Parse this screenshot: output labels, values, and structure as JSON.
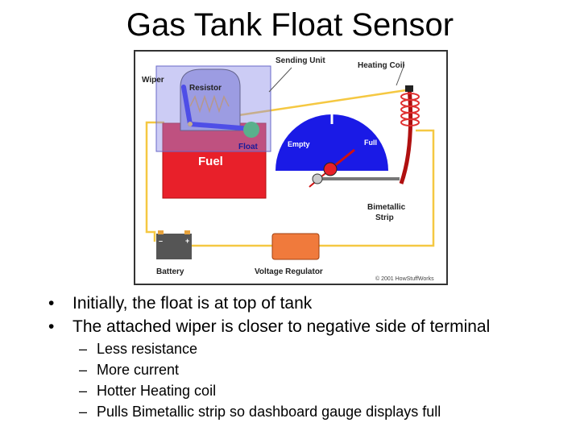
{
  "slide": {
    "title": "Gas Tank Float Sensor"
  },
  "diagram": {
    "labels": {
      "sending_unit": "Sending Unit",
      "heating_coil": "Heating Coil",
      "wiper": "Wiper",
      "resistor": "Resistor",
      "float": "Float",
      "fuel": "Fuel",
      "empty": "Empty",
      "full": "Full",
      "bimetallic_line1": "Bimetallic",
      "bimetallic_line2": "Strip",
      "battery": "Battery",
      "battery_minus": "–",
      "battery_plus": "+",
      "voltage_regulator": "Voltage Regulator",
      "copyright": "© 2001 HowStuffWorks"
    },
    "colors": {
      "fuel": "#e8202a",
      "gauge": "#1a1ae6",
      "float": "#2ecc40",
      "wire": "#f5c842",
      "sending_unit": "#8f8fe8",
      "coil": "#e03030",
      "strip": "#b01010",
      "regulator": "#f07a3c"
    }
  },
  "bullets": [
    {
      "text": "Initially, the float is at top of tank"
    },
    {
      "text": "The attached wiper is closer to negative side of terminal"
    }
  ],
  "sub_bullets": [
    {
      "text": "Less resistance"
    },
    {
      "text": "More current"
    },
    {
      "text": "Hotter Heating coil"
    },
    {
      "text": "Pulls Bimetallic strip so dashboard gauge displays full"
    }
  ]
}
